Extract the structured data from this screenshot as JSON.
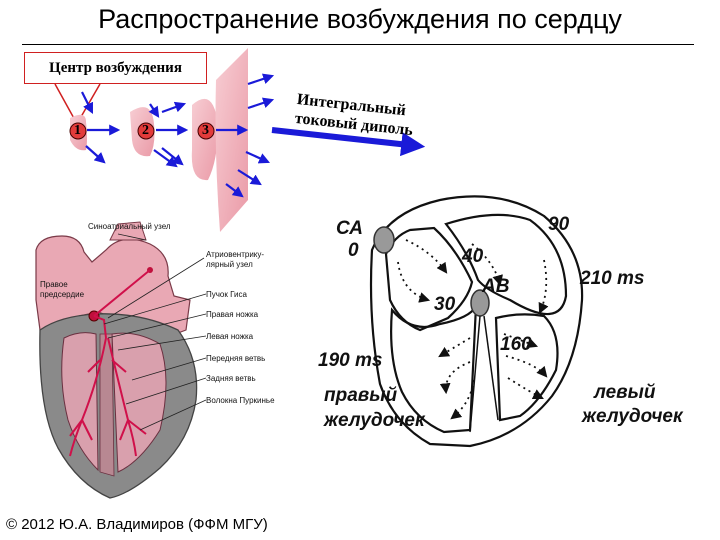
{
  "title": "Распространение возбуждения по сердцу",
  "propagation": {
    "center_label": "Центр возбуждения",
    "wavefronts": [
      "1",
      "2",
      "3"
    ],
    "dipole_label_line1": "Интегральный",
    "dipole_label_line2": "токовый диполь"
  },
  "anatomy": {
    "labels": [
      "Синоатриальный узел",
      "Атриовентрику-",
      "лярный узел",
      "Правое",
      "предсердие",
      "Пучок Гиса",
      "Правая ножка",
      "Левая ножка",
      "Передняя ветвь",
      "Задняя ветвь",
      "Волокна Пуркинье"
    ]
  },
  "scheme": {
    "sa_label": "СА",
    "sa_time": "0",
    "av_label": "АВ",
    "time_90": "90",
    "time_40": "40",
    "time_30": "30",
    "time_160": "160",
    "time_210": "210  ms",
    "time_190": "190 ms",
    "right_ventricle_1": "правый",
    "right_ventricle_2": "желудочек",
    "left_ventricle_1": "левый",
    "left_ventricle_2": "желудочек"
  },
  "colors": {
    "arrow_blue": "#1a1ad8",
    "wave_pink": "#f3b8c0",
    "box_red": "#d02020",
    "heart_pink": "#e9a8b4",
    "heart_grey": "#8a8a8a"
  },
  "footer": {
    "copyright": "© 2012 Ю.А. Владимиров (ФФМ МГУ)"
  }
}
